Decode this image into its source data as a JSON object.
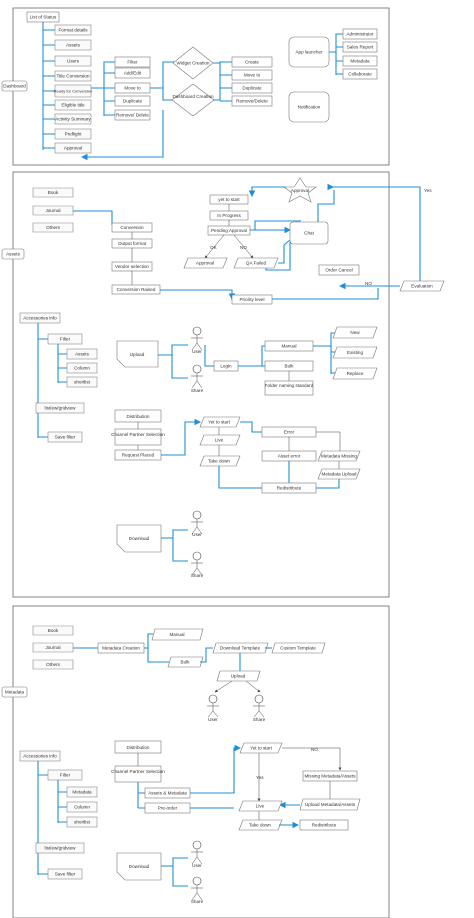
{
  "sections": {
    "dashboard": "Dashboard",
    "assets": "Assets",
    "metadata": "Metadata"
  },
  "dashboard": {
    "list_of_status": "List of Status",
    "status_items": [
      "Format details",
      "Assets",
      "Users",
      "Title Conversion",
      "Ready for Conversion",
      "Eligible title",
      "Activity Summary",
      "Preflight",
      "Approval"
    ],
    "ops": [
      "Filter",
      "Add/Edit",
      "Move to",
      "Duplicate",
      "Remove/ Delete"
    ],
    "widget_creation": "Widget Creation",
    "dashboard_creation": "Dashboard Creation",
    "widget_ops": [
      "Create",
      "Move to",
      "Duplicate",
      "Remove/Delete"
    ],
    "app_launcher": "App launcher",
    "launcher_items": [
      "Administrator",
      "Sales Report",
      "Metadata",
      "Collaborate"
    ],
    "notification": "Notification"
  },
  "assets": {
    "sources": [
      "Book",
      "Journal",
      "Others"
    ],
    "conversion": "Conversion",
    "output_format": "Output format",
    "vendor_selection": "Vendor selection",
    "conversion_raised": "Conversion Raised",
    "priority_level": "Priority level",
    "approval_star": "Approval",
    "yes": "Yes",
    "yet_to_start": "yet to start",
    "in_progress": "In Progress",
    "pending_approval": "Pending Approval",
    "chat": "Chat",
    "ok": "OK",
    "no": "NO",
    "approval": "Approval",
    "qa_failed": "QA Failed",
    "order_cancel": "Order Cancel",
    "no2": "NO",
    "evaluation": "Evaluation",
    "accessories_info": "Accessories info",
    "filter": "Filter",
    "filter_items": [
      "Assets",
      "Column",
      "shortlist"
    ],
    "listview": "list/ew/gridview",
    "save_filter": "Save filter",
    "upload": "Upload",
    "user": "User",
    "share": "Share",
    "login": "Login",
    "manual": "Manual",
    "bulk": "Bulk",
    "new": "New",
    "existing": "Existing",
    "replace": "Replace",
    "folder_naming": "Folder naming standard",
    "distribution": "Distribution",
    "channel_partner": "Channel Partner Selection",
    "request_placed": "Request Placed",
    "yet_to_start2": "Yet to start",
    "live": "Live",
    "take_down": "Take down",
    "error": "Error",
    "asset_error": "Asset error",
    "metadata_missing": "Metadata Missing",
    "metadata_upload": "Metadata Upload",
    "redistribute": "Redistribute",
    "download": "Download",
    "user2": "User",
    "share2": "Share"
  },
  "metadata": {
    "sources": [
      "Book",
      "Journal",
      "Others"
    ],
    "metadata_creation": "Metadata Creation",
    "manual": "Manual",
    "bulk": "Bulk",
    "download_template": "Download Template",
    "custom_template": "Custom Template",
    "upload": "Upload",
    "user": "User",
    "share": "Share",
    "accessories_info": "Accessories info",
    "filter": "Filter",
    "filter_items": [
      "Metadata",
      "Column",
      "shortlist"
    ],
    "listview": "list/ew/gridview",
    "save_filter": "Save filter",
    "distribution": "Distribution",
    "channel_partner": "Channel Partner Selection",
    "assets_metadata": "Assets & Metadata",
    "pre_order": "Pre-order",
    "yet_to_start": "Yet to start",
    "no": "NO",
    "yes": "Yes",
    "missing_metadata": "Missing Metadata/Assets",
    "upload_metadata": "Upload Metadata/Assets",
    "live": "Live",
    "take_down": "Take down",
    "redistribute": "Redistribute",
    "download": "Download",
    "user2": "User",
    "share2": "Share"
  }
}
